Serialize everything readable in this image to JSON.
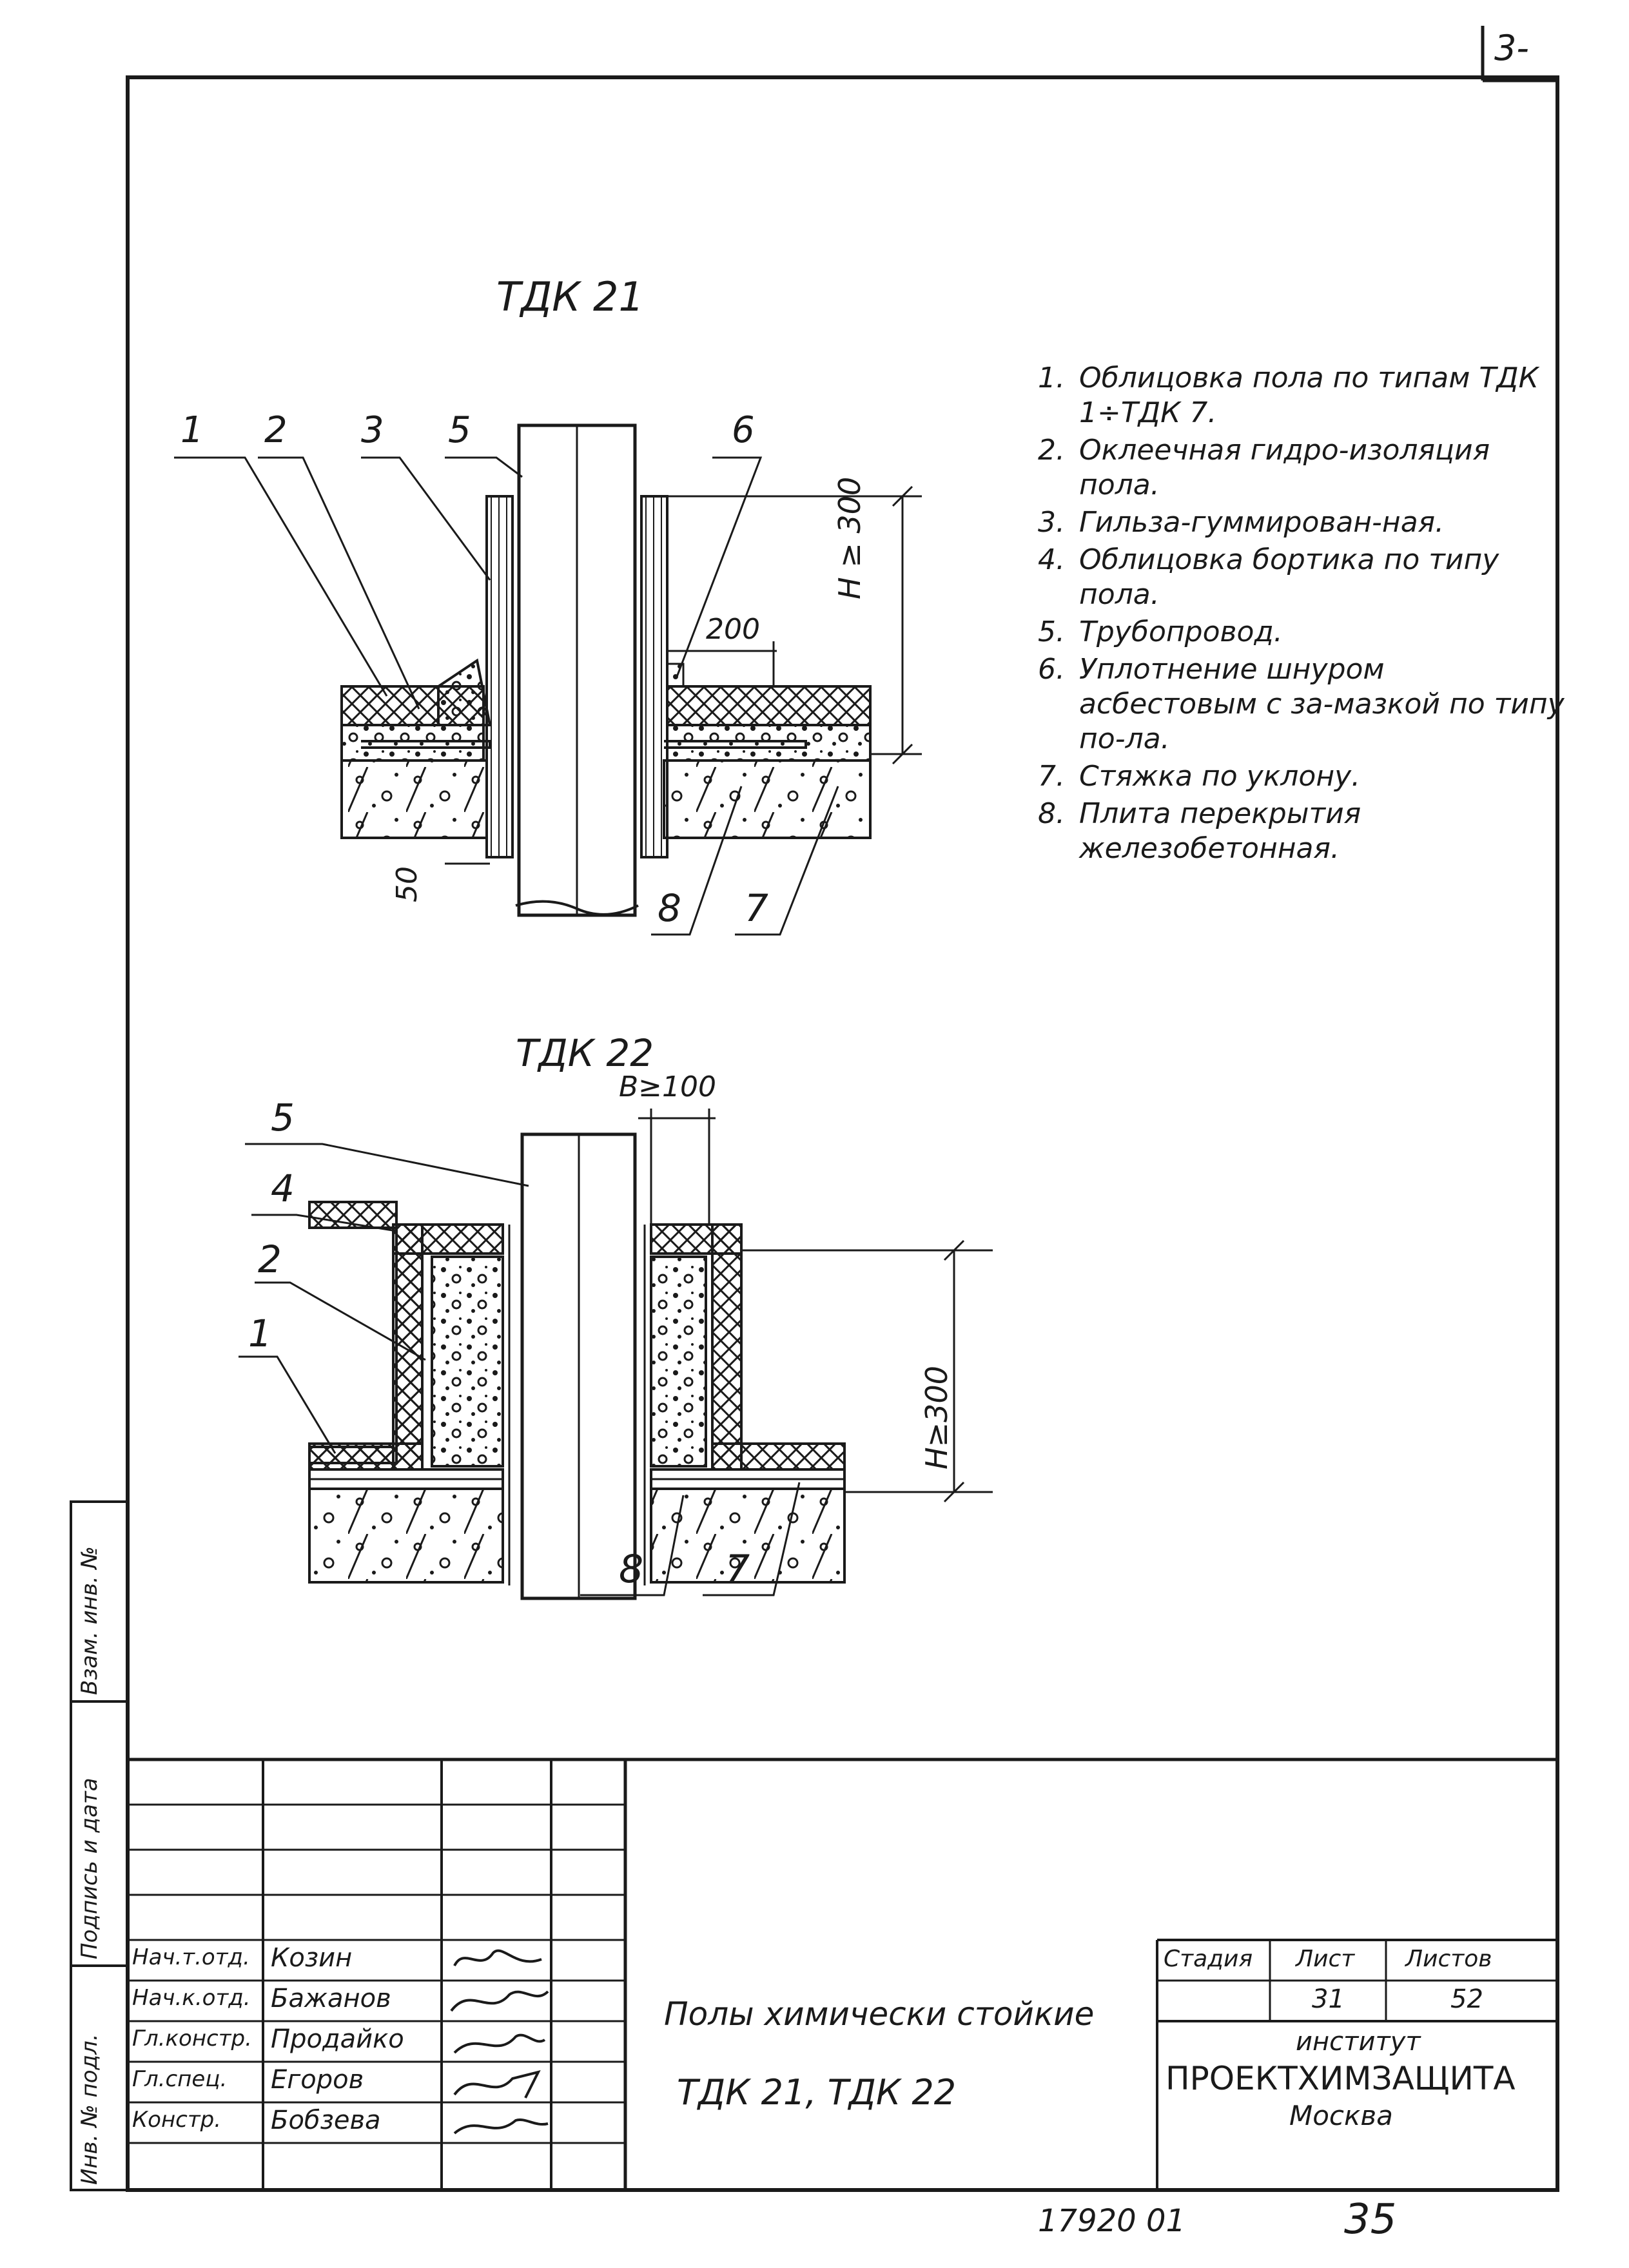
{
  "corner_mark": "3-",
  "tdk21": {
    "title": "ТДК 21",
    "callouts": [
      "1",
      "2",
      "3",
      "5",
      "6",
      "8",
      "7"
    ],
    "dims": {
      "height": "H ≥ 300",
      "offset": "200",
      "depth": "50"
    }
  },
  "tdk22": {
    "title": "ТДК 22",
    "callouts": [
      "5",
      "4",
      "2",
      "1",
      "8",
      "7"
    ],
    "dims": {
      "width": "B≥100",
      "height": "H≥300"
    }
  },
  "legend": [
    {
      "num": "1.",
      "text": "Облицовка пола по типам ТДК 1÷ТДК 7."
    },
    {
      "num": "2.",
      "text": "Оклеечная гидро-изоляция пола."
    },
    {
      "num": "3.",
      "text": "Гильза-гуммирован-ная."
    },
    {
      "num": "4.",
      "text": "Облицовка бортика по типу пола."
    },
    {
      "num": "5.",
      "text": "Трубопровод."
    },
    {
      "num": "6.",
      "text": "Уплотнение шнуром асбестовым с за-мазкой по типу по-ла."
    },
    {
      "num": "7.",
      "text": "Стяжка по уклону."
    },
    {
      "num": "8.",
      "text": "Плита перекрытия железобетонная."
    }
  ],
  "side_stamp": {
    "cells": [
      "Инв. № подл.",
      "Подпись и дата",
      "Взам. инв. №"
    ]
  },
  "title_block": {
    "people": [
      {
        "role": "Нач.т.отд.",
        "name": "Козин"
      },
      {
        "role": "Нач.к.отд.",
        "name": "Бажанов"
      },
      {
        "role": "Гл.констр.",
        "name": "Продайко"
      },
      {
        "role": "Гл.спец.",
        "name": "Егоров"
      },
      {
        "role": "Констр.",
        "name": "Бобзева"
      }
    ],
    "name_line1": "Полы химически стойкие",
    "name_line2": "ТДК 21, ТДК 22",
    "stage_label": "Стадия",
    "sheet_label": "Лист",
    "sheets_label": "Листов",
    "sheet": "31",
    "sheets": "52",
    "org_line1": "институт",
    "org_line2": "ПРОЕКТХИМЗАЩИТА",
    "org_line3": "Москва"
  },
  "footer": {
    "code": "17920 01",
    "page": "35"
  },
  "colors": {
    "ink": "#1a1a1a",
    "paper": "#ffffff"
  }
}
